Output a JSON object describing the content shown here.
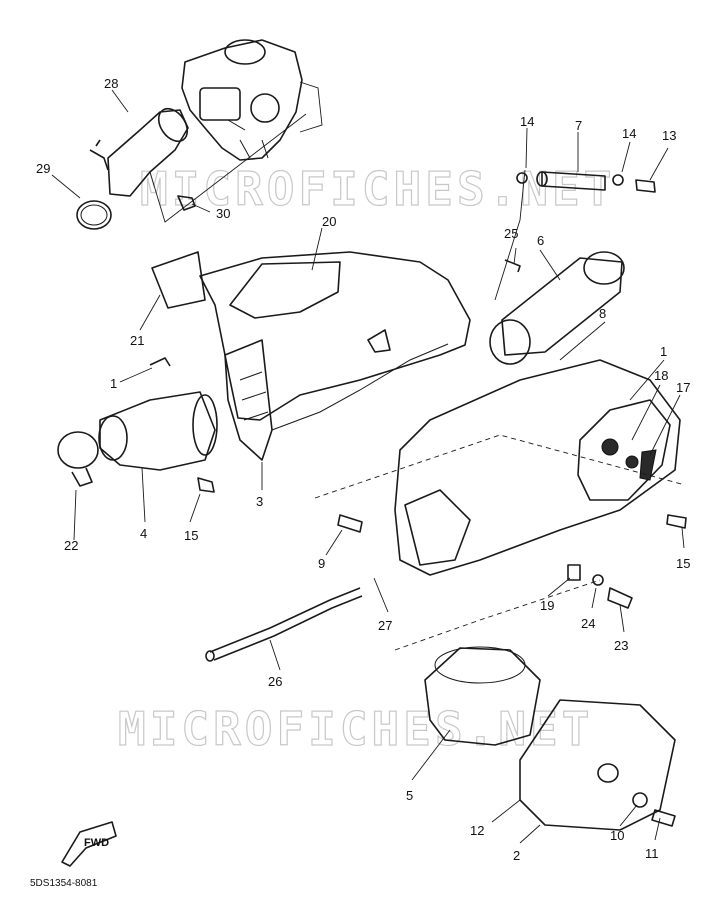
{
  "diagram": {
    "watermark_text": "MICROFICHES.NET",
    "part_numbers": {
      "p1a": "1",
      "p1b": "1",
      "p2": "2",
      "p3": "3",
      "p4": "4",
      "p5": "5",
      "p6": "6",
      "p7": "7",
      "p8": "8",
      "p9": "9",
      "p10": "10",
      "p11": "11",
      "p12": "12",
      "p13": "13",
      "p14a": "14",
      "p14b": "14",
      "p15a": "15",
      "p15b": "15",
      "p17": "17",
      "p18": "18",
      "p19": "19",
      "p20": "20",
      "p21": "21",
      "p22": "22",
      "p23": "23",
      "p24": "24",
      "p25": "25",
      "p26": "26",
      "p27": "27",
      "p28": "28",
      "p29": "29",
      "p30": "30"
    },
    "fwd_label": "FWD",
    "drawing_code": "5DS1354-8081"
  }
}
